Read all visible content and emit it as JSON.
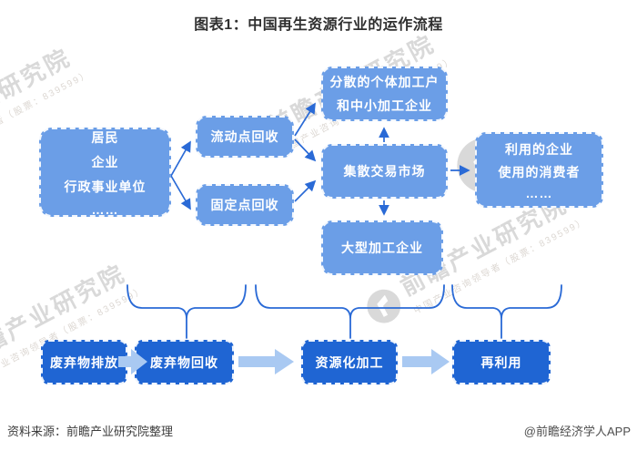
{
  "title": "图表1：中国再生资源行业的运作流程",
  "flow_nodes": {
    "source": {
      "lines": [
        "居民",
        "企业",
        "行政事业单位",
        "……"
      ]
    },
    "mobile_recycle": {
      "label": "流动点回收"
    },
    "fixed_recycle": {
      "label": "固定点回收"
    },
    "scattered_processors": {
      "lines": [
        "分散的个体加工户",
        "和中小加工企业"
      ]
    },
    "trading_market": {
      "label": "集散交易市场"
    },
    "large_processors": {
      "label": "大型加工企业"
    },
    "end_users": {
      "lines": [
        "利用的企业",
        "使用的消费者",
        "……"
      ]
    }
  },
  "stages": [
    "废弃物排放",
    "废弃物回收",
    "资源化加工",
    "再利用"
  ],
  "watermark": {
    "brand": "前瞻产业研究院",
    "tagline": "中国产业咨询领导者（股票：839599）"
  },
  "footer": {
    "source": "资料来源：前瞻产业研究院整理",
    "credit": "@前瞻经济学人APP"
  },
  "colors": {
    "light_node": "#6B9EE7",
    "dark_stage": "#1F65D3",
    "connector": "#2A6AD6",
    "block_arrow": "#A9C9F2",
    "watermark": "#d9d9d9"
  }
}
